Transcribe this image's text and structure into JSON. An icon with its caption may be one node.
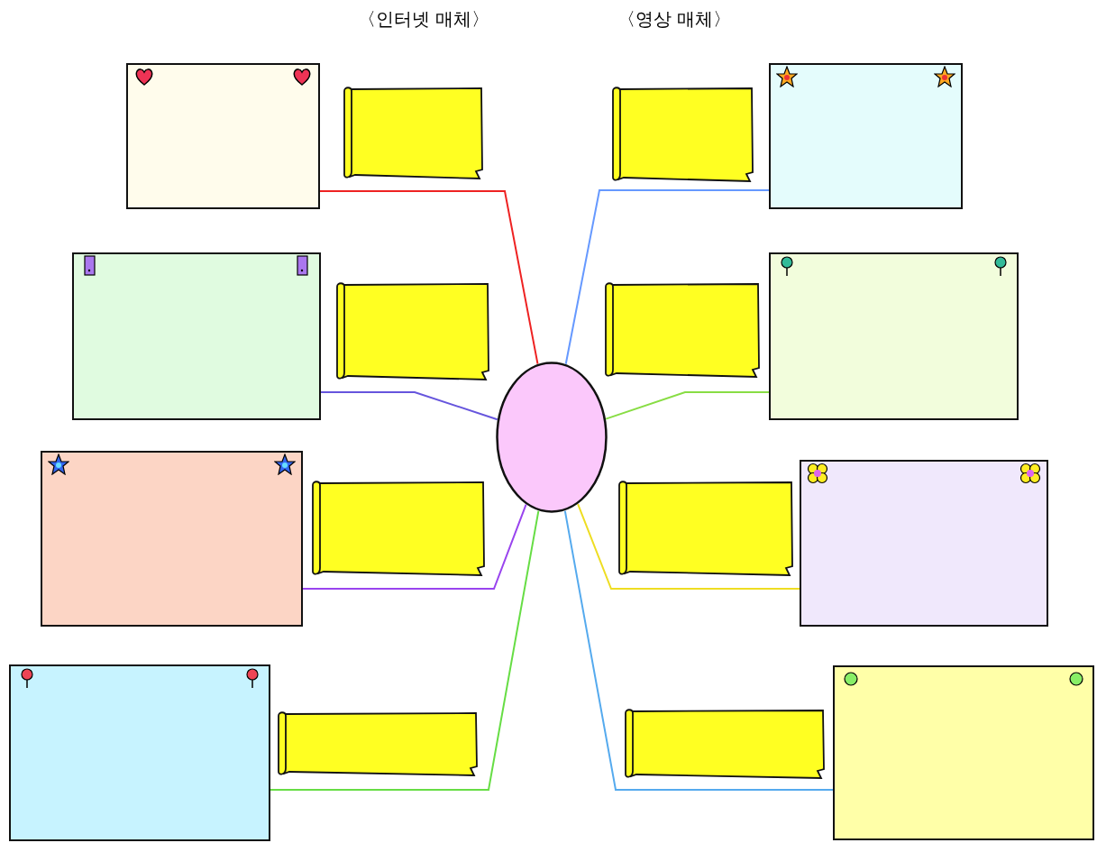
{
  "diagram": {
    "nodes": [
      {
        "text": [],
        "shape": "ellipse"
      },
      {
        "text": [],
        "shape": "box"
      },
      {
        "text": [],
        "shape": "box"
      },
      {
        "text": [],
        "shape": "box"
      },
      {
        "text": [],
        "shape": "box"
      },
      {
        "text": [],
        "shape": "box"
      },
      {
        "text": [],
        "shape": "box"
      },
      {
        "text": [],
        "shape": "box"
      },
      {
        "text": [],
        "shape": "box"
      },
      {
        "text": [],
        "shape": "banner"
      },
      {
        "text": [],
        "shape": "banner"
      },
      {
        "text": [],
        "shape": "banner"
      },
      {
        "text": [],
        "shape": "banner"
      },
      {
        "text": [],
        "shape": "banner"
      },
      {
        "text": [],
        "shape": "banner"
      },
      {
        "text": [],
        "shape": "banner"
      },
      {
        "text": [],
        "shape": "banner"
      }
    ],
    "edges": [
      {
        "from": 1,
        "to": 0,
        "arrow": "none",
        "color": "#ee2222"
      },
      {
        "from": 2,
        "to": 0,
        "arrow": "none",
        "color": "#6655dd"
      },
      {
        "from": 3,
        "to": 0,
        "arrow": "none",
        "color": "#9944ee"
      },
      {
        "from": 4,
        "to": 0,
        "arrow": "none",
        "color": "#66dd44"
      },
      {
        "from": 5,
        "to": 0,
        "arrow": "none",
        "color": "#6699ff"
      },
      {
        "from": 6,
        "to": 0,
        "arrow": "none",
        "color": "#88dd44"
      },
      {
        "from": 7,
        "to": 0,
        "arrow": "none",
        "color": "#eedd22"
      },
      {
        "from": 8,
        "to": 0,
        "arrow": "none",
        "color": "#55aaee"
      }
    ],
    "labels": [
      "〈인터넷 매체〉",
      "〈영상 매체〉"
    ]
  }
}
